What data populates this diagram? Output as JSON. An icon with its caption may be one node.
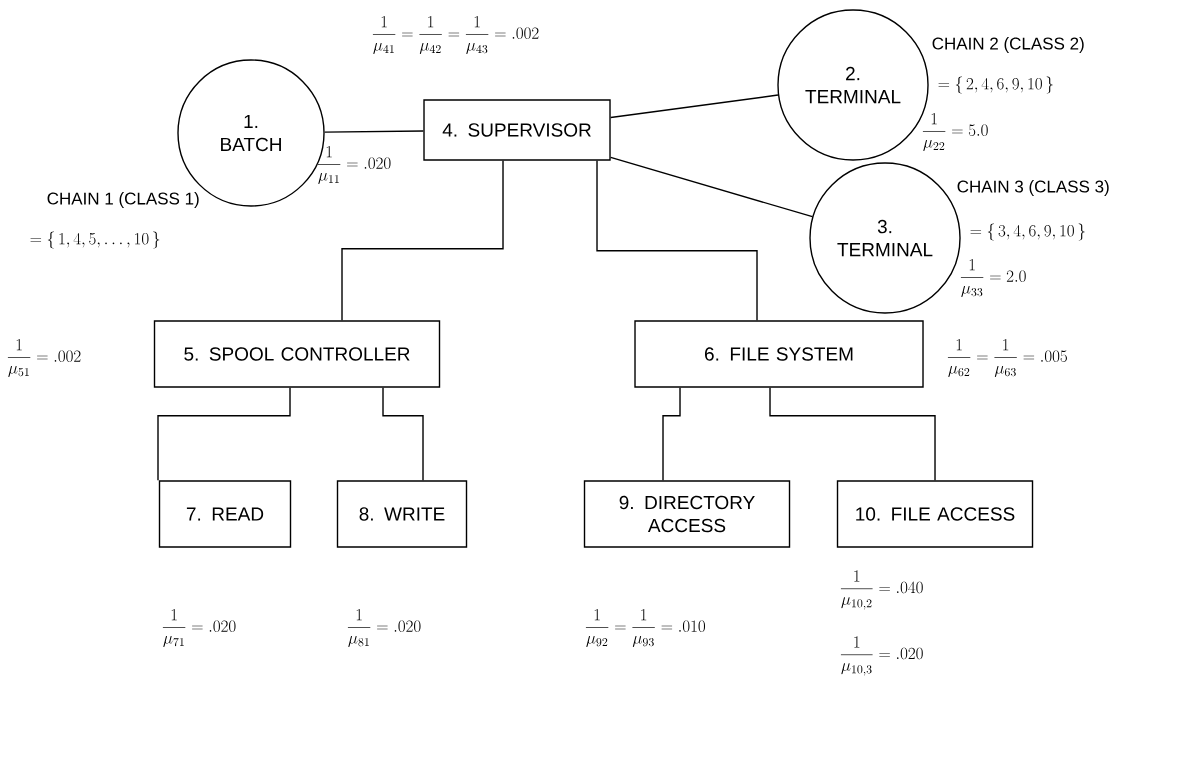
{
  "diagram": {
    "nodes": [
      {
        "text": [
          "1. BATCH"
        ],
        "beside": [
          "\\frac{1}{\\mu_{11}} = .020",
          "CHAIN 1 (CLASS 1)",
          "= \\left\\{\\, 1,4,5,\\ldots,10 \\,\\right\\}"
        ]
      },
      {
        "text": [
          "2. TERMINAL"
        ],
        "beside": [
          "CHAIN 2 (CLASS 2)",
          "= \\left\\{\\, 2,4,6,9,10 \\,\\right\\}",
          "\\frac{1}{\\mu_{22}} = 5.0"
        ]
      },
      {
        "text": [
          "3. TERMINAL"
        ],
        "beside": [
          "CHAIN 3 (CLASS 3)",
          "= \\left\\{\\, 3,4,6,9,10 \\,\\right\\}",
          "\\frac{1}{\\mu_{33}} = 2.0"
        ]
      },
      {
        "text": [
          "4. SUPERVISOR"
        ]
      },
      {
        "text": [
          "5. SPOOL CONTROLLER"
        ]
      },
      {
        "text": [
          "6. FILE SYSTEM"
        ],
        "beside": [
          "\\frac{1}{\\mu_{62}} = \\frac{1}{\\mu_{63}} = .005"
        ]
      },
      {
        "text": [
          "7. READ"
        ]
      },
      {
        "text": [
          "8. WRITE"
        ]
      },
      {
        "text": [
          "9. DIRECTORY ACCESS"
        ]
      },
      {
        "text": [
          "10. FILE ACCESS"
        ],
        "beside": [
          "\\frac{1}{\\mu_{10,2}} = .040",
          "\\frac{1}{\\mu_{10,3}} = .020"
        ]
      }
    ],
    "edges": [
      {
        "from": 0,
        "to": 3,
        "arrow": "none"
      },
      {
        "from": 3,
        "to": 1,
        "arrow": "none"
      },
      {
        "from": 3,
        "to": 2,
        "arrow": "none"
      },
      {
        "from": 3,
        "to": 4,
        "arrow": "none"
      },
      {
        "from": 3,
        "to": 5,
        "arrow": "none"
      },
      {
        "from": 4,
        "to": 6,
        "arrow": "none"
      },
      {
        "from": 4,
        "to": 7,
        "arrow": "none"
      },
      {
        "from": 5,
        "to": 8,
        "arrow": "none"
      },
      {
        "from": 5,
        "to": 9,
        "arrow": "none"
      }
    ],
    "labels": [
      "\\frac{1}{\\mu_{41}} = \\frac{1}{\\mu_{42}} = \\frac{1}{\\mu_{43}} = .002",
      "\\frac{1}{\\mu_{51}} = .002",
      "\\frac{1}{\\mu_{71}} = .020",
      "\\frac{1}{\\mu_{81}} = .020",
      "\\frac{1}{\\mu_{92}} = \\frac{1}{\\mu_{93}} = .010"
    ]
  }
}
